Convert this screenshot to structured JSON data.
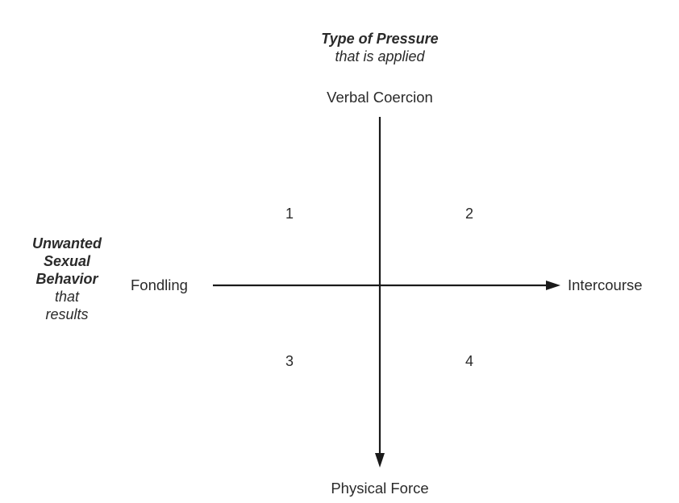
{
  "vertical_axis": {
    "title": "Type of Pressure",
    "subtitle": "that is applied",
    "top_label": "Verbal Coercion",
    "bottom_label": "Physical Force"
  },
  "horizontal_axis": {
    "title_lines": [
      "Unwanted",
      "Sexual",
      "Behavior",
      "that",
      "results"
    ],
    "left_label": "Fondling",
    "right_label": "Intercourse"
  },
  "quadrants": [
    "1",
    "2",
    "3",
    "4"
  ],
  "colors": {
    "text": "#2a2a2a",
    "axis": "#1a1a1a"
  }
}
